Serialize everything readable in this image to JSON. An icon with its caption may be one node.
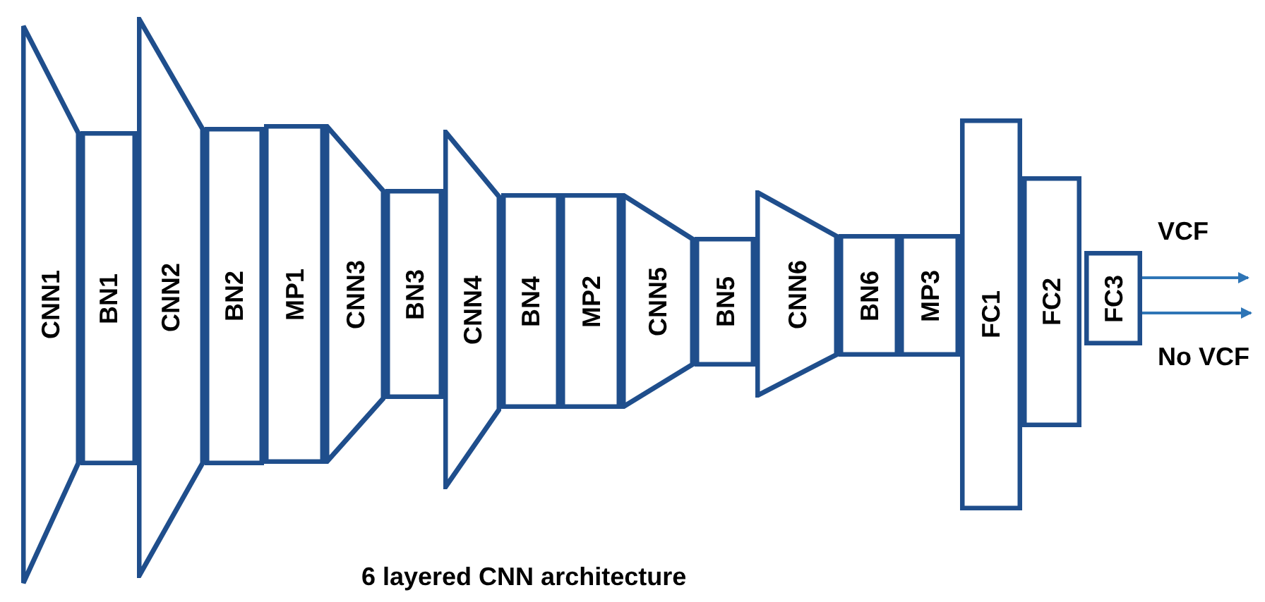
{
  "diagram": {
    "caption": "6 layered CNN architecture",
    "nodes": [
      {
        "text": [
          "CNN1"
        ]
      },
      {
        "text": [
          "BN1"
        ]
      },
      {
        "text": [
          "CNN2"
        ]
      },
      {
        "text": [
          "BN2"
        ]
      },
      {
        "text": [
          "MP1"
        ]
      },
      {
        "text": [
          "CNN3"
        ]
      },
      {
        "text": [
          "BN3"
        ]
      },
      {
        "text": [
          "CNN4"
        ]
      },
      {
        "text": [
          "BN4"
        ]
      },
      {
        "text": [
          "MP2"
        ]
      },
      {
        "text": [
          "CNN5"
        ]
      },
      {
        "text": [
          "BN5"
        ]
      },
      {
        "text": [
          "CNN6"
        ]
      },
      {
        "text": [
          "BN6"
        ]
      },
      {
        "text": [
          "MP3"
        ]
      },
      {
        "text": [
          "FC1"
        ]
      },
      {
        "text": [
          "FC2"
        ]
      },
      {
        "text": [
          "FC3"
        ]
      }
    ],
    "edges": [
      {
        "from": 17,
        "to": null,
        "arrow": "to",
        "label": "VCF"
      },
      {
        "from": 17,
        "to": null,
        "arrow": "to",
        "label": "No VCF"
      }
    ]
  }
}
